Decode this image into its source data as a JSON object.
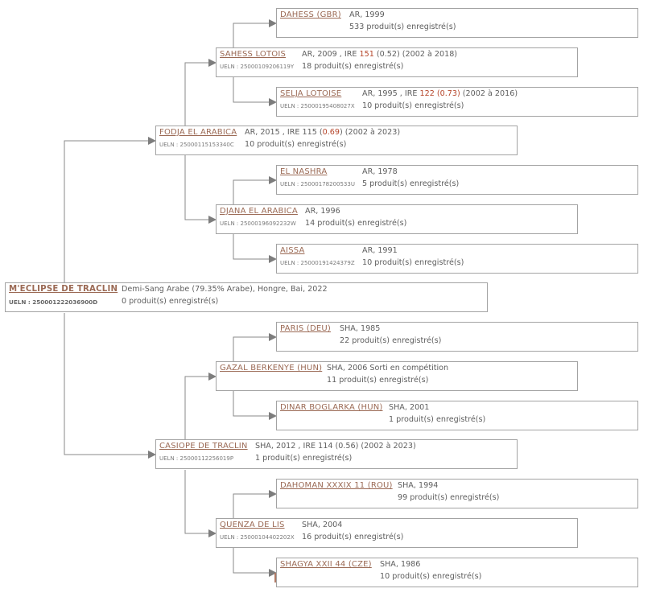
{
  "pedigree": {
    "root": {
      "name": "M'ECLIPSE DE TRACLIN",
      "ueln": "UELN : 250001222036900D",
      "info": "Demi-Sang Arabe (79.35% Arabe), Hongre, Bai, 2022",
      "products": "0 produit(s) enregistré(s)"
    },
    "sire": {
      "name": "FODJA EL ARABICA",
      "ueln": "UELN : 25000115153340C",
      "info_a": "AR, 2015 , IRE 115 (",
      "ire_val": "0.69",
      "info_b": ") (2002 à 2023)",
      "products": "10 produit(s) enregistré(s)"
    },
    "dam": {
      "name": "CASIOPE DE TRACLIN",
      "ueln": "UELN : 25000112256019P",
      "info": "SHA, 2012 , IRE 114 (0.56) (2002 à 2023)",
      "products": "1 produit(s) enregistré(s)"
    },
    "ss": {
      "name": "SAHESS LOTOIS",
      "ueln": "UELN : 25000109206119Y",
      "info_a": "AR, 2009 , IRE ",
      "ire_val": "151",
      "info_b": " (0.52) (2002 à 2018)",
      "products": "18 produit(s) enregistré(s)"
    },
    "sd": {
      "name": "DJANA EL ARABICA",
      "ueln": "UELN : 25000196092232W",
      "info": "AR, 1996",
      "products": "14 produit(s) enregistré(s)"
    },
    "ds": {
      "name": "GAZAL BERKENYE (HUN)",
      "info": "SHA, 2006 Sorti en compétition",
      "products": "11 produit(s) enregistré(s)"
    },
    "dd": {
      "name": "QUENZA DE LIS",
      "ueln": "UELN : 25000104402202X",
      "info": "SHA, 2004",
      "products": "16 produit(s) enregistré(s)"
    },
    "sss": {
      "name": "DAHESS (GBR)",
      "info": "AR, 1999",
      "products": "533 produit(s) enregistré(s)"
    },
    "ssd": {
      "name": "SELJA LOTOISE",
      "ueln": "UELN : 25000195408027X",
      "info_a": "AR, 1995 , IRE ",
      "ire_val": "122 (0.73)",
      "info_b": " (2002 à 2016)",
      "products": "10 produit(s) enregistré(s)"
    },
    "sds": {
      "name": "EL NASHRA",
      "ueln": "UELN : 25000178200533U",
      "info": "AR, 1978",
      "products": "5 produit(s) enregistré(s)"
    },
    "sdd": {
      "name": "AISSA",
      "ueln": "UELN : 25000191424379Z",
      "info": "AR, 1991",
      "products": "10 produit(s) enregistré(s)"
    },
    "dss": {
      "name": "PARIS (DEU)",
      "info": "SHA, 1985",
      "products": "22 produit(s) enregistré(s)"
    },
    "dsd": {
      "name": "DINAR BOGLARKA (HUN)",
      "info": "SHA, 2001",
      "products": "1 produit(s) enregistré(s)"
    },
    "dds": {
      "name": "DAHOMAN XXXIX 11 (ROU)",
      "info": "SHA, 1994",
      "products": "99 produit(s) enregistré(s)"
    },
    "ddd": {
      "name": "SHAGYA XXII 44 (CZE)",
      "info": "SHA, 1986",
      "products": "10 produit(s) enregistré(s)"
    }
  },
  "colors": {
    "link": "#9b6a55",
    "ire_highlight": "#b5452a",
    "border": "#a3a3a3",
    "connector": "#8a8a8a"
  }
}
